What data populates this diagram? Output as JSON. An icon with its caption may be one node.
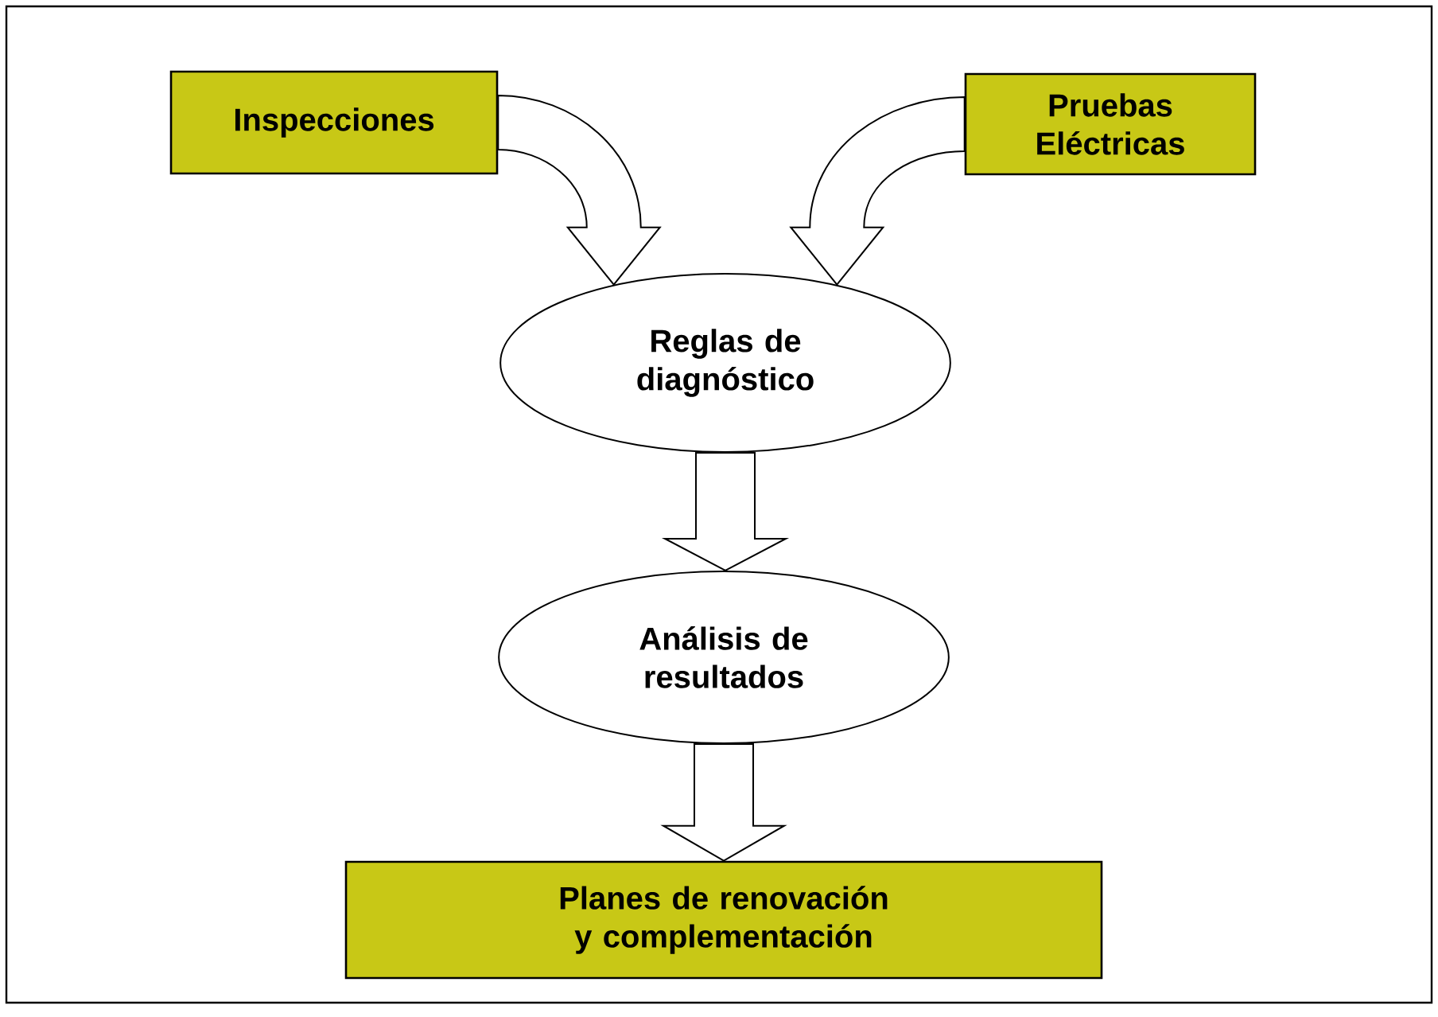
{
  "diagram": {
    "nodes": [
      {
        "text": [
          "Inspecciones"
        ]
      },
      {
        "text": [
          "Pruebas Eléctricas"
        ]
      },
      {
        "text": [
          "Reglas de diagnóstico"
        ]
      },
      {
        "text": [
          "Análisis de resultados"
        ]
      },
      {
        "text": [
          "Planes de renovación y complementación"
        ]
      }
    ],
    "edges": [
      {
        "from": 0,
        "to": 2,
        "arrow": "to"
      },
      {
        "from": 1,
        "to": 2,
        "arrow": "to"
      },
      {
        "from": 2,
        "to": 3,
        "arrow": "to"
      },
      {
        "from": 3,
        "to": 4,
        "arrow": "to"
      }
    ]
  }
}
